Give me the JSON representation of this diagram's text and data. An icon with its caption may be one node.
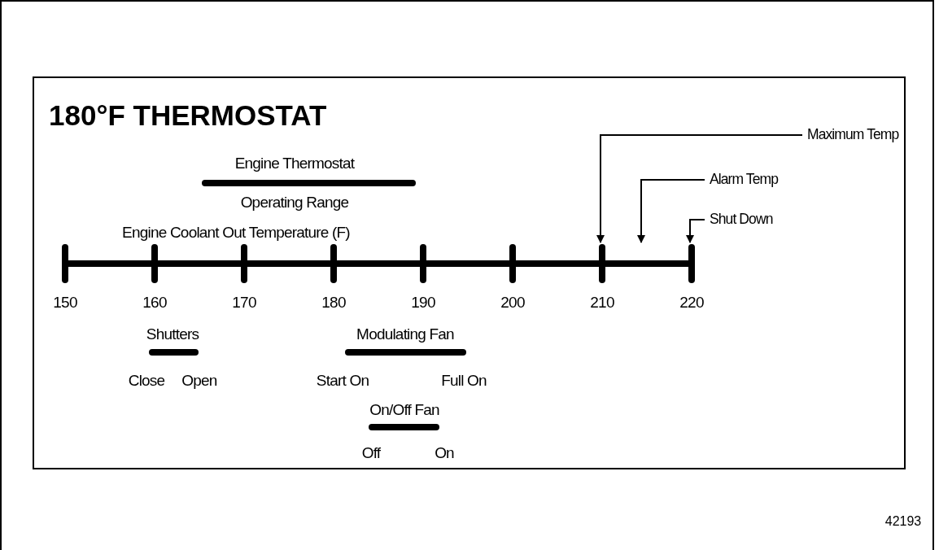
{
  "diagram": {
    "title": "180°F THERMOSTAT",
    "nodes": [
      {
        "text": [
          "Maximum Temp"
        ]
      },
      {
        "text": [
          "Alarm Temp"
        ]
      },
      {
        "text": [
          "Shut Down"
        ]
      },
      {
        "text": [],
        "shape": "bar",
        "beside": [
          "Engine Coolant Out Temperature (F)",
          "150",
          "160",
          "170",
          "180",
          "190",
          "200",
          "210",
          "220"
        ]
      }
    ],
    "edges": [
      {
        "from": 0,
        "to": 3,
        "arrow": "to"
      },
      {
        "from": 1,
        "to": 3,
        "arrow": "to"
      },
      {
        "from": 2,
        "to": 3,
        "arrow": "to"
      }
    ],
    "labels": [
      "Engine Thermostat",
      "Operating Range",
      "Shutters",
      "Close",
      "Open",
      "Modulating Fan",
      "Start On",
      "Full On",
      "On/Off Fan",
      "Off",
      "On",
      "42193"
    ]
  }
}
